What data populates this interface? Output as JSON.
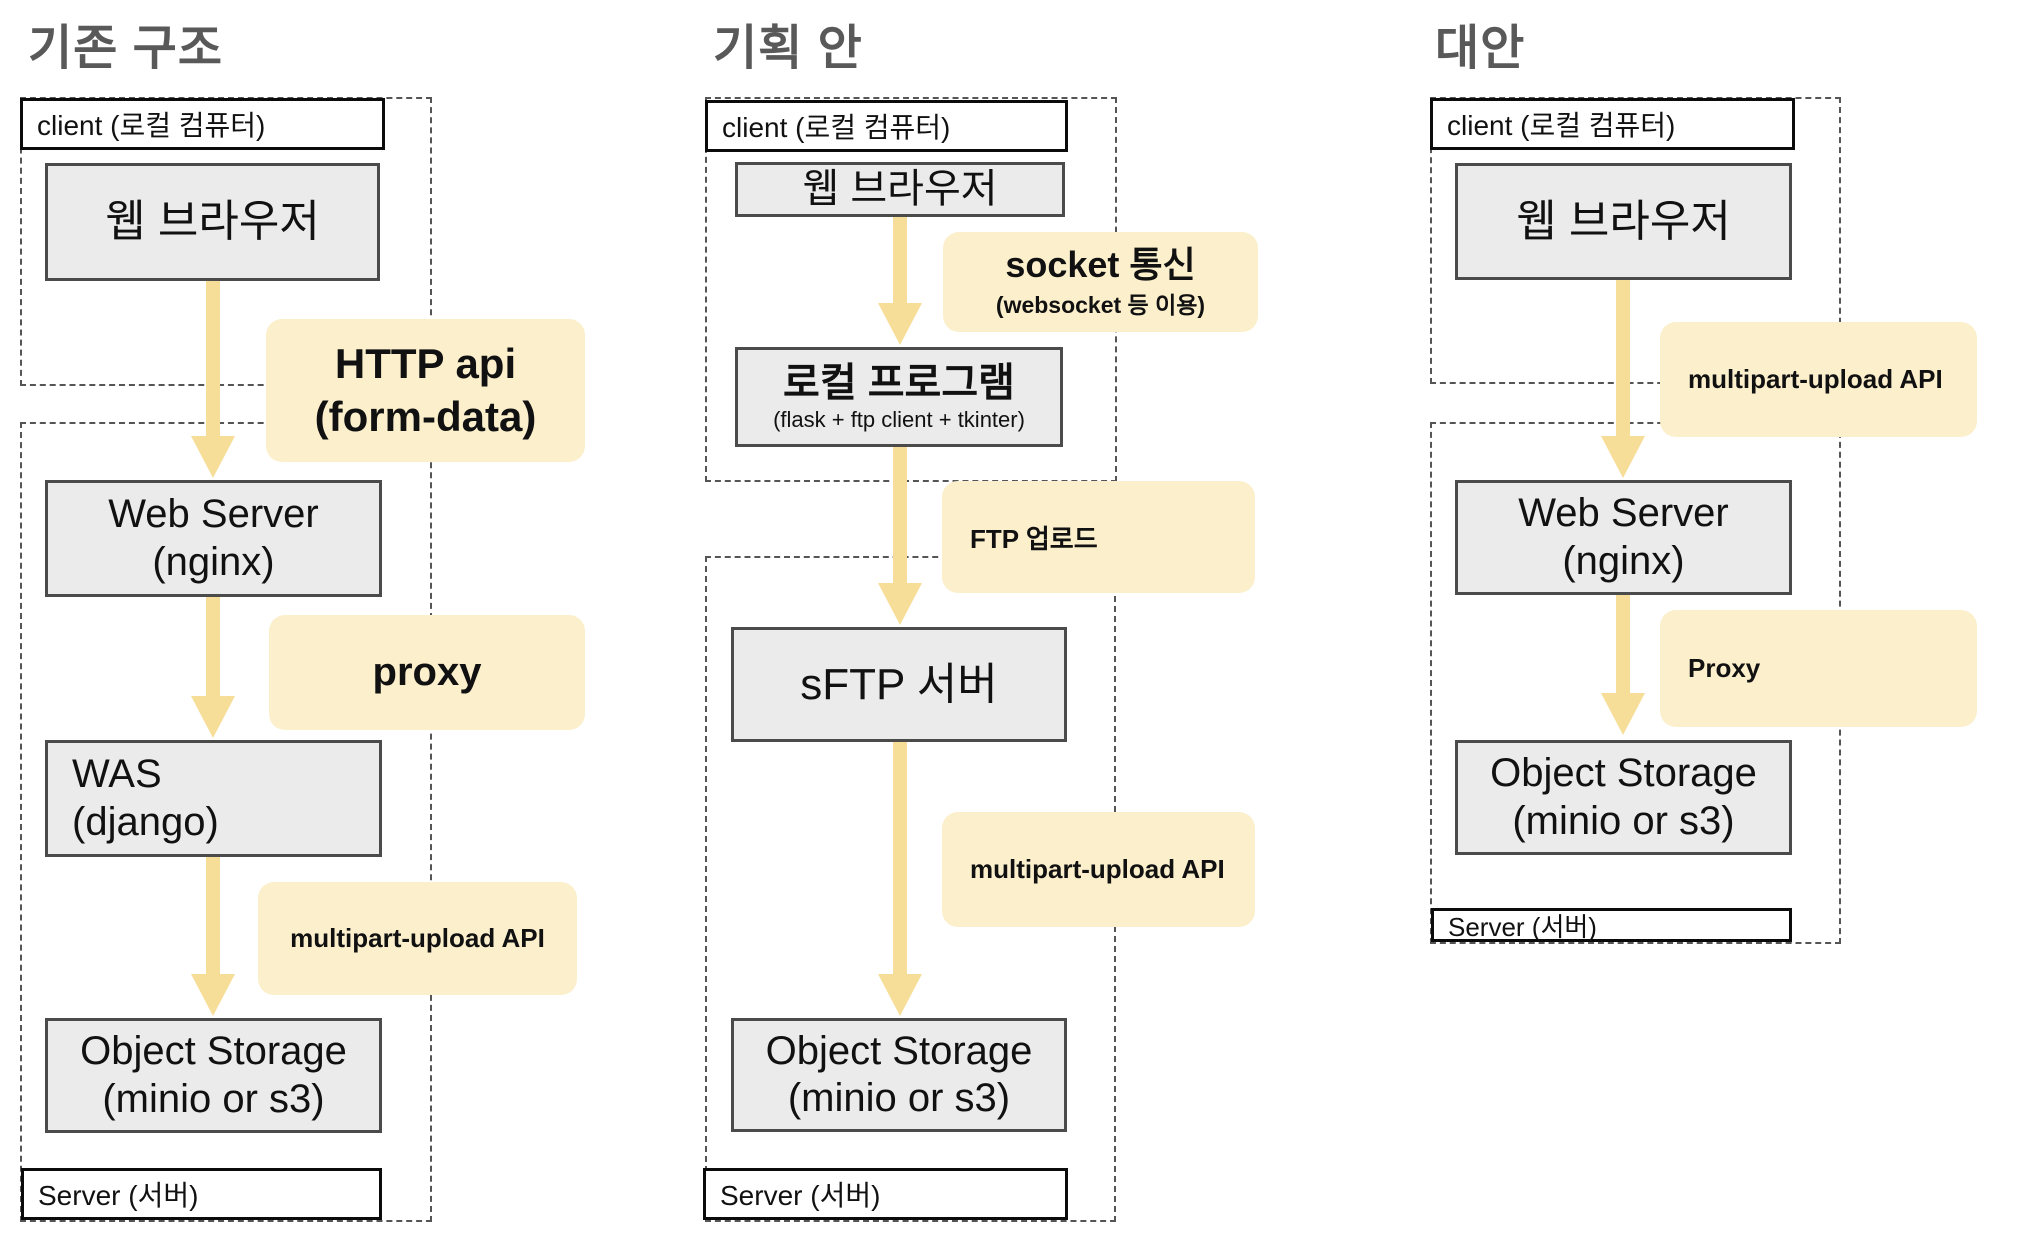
{
  "colors": {
    "title_gray": "#595959",
    "node_fill": "#ebebeb",
    "node_border": "#4b4b4b",
    "badge_yellow": "#fbefcc",
    "arrow_yellow": "#f6de99",
    "dash_gray": "#555555"
  },
  "left": {
    "title": "기존 구조",
    "client_box": "client (로컬 컴퓨터)",
    "server_box": "Server (서버)",
    "nodes": {
      "browser": "웹 브라우저",
      "web_server_1": "Web Server",
      "web_server_2": "(nginx)",
      "was_1": "WAS",
      "was_2": "(django)",
      "storage_1": "Object Storage",
      "storage_2": "(minio or s3)"
    },
    "labels": {
      "http_api_1": "HTTP api",
      "http_api_2": "(form-data)",
      "proxy": "proxy",
      "multipart": "multipart-upload API"
    }
  },
  "middle": {
    "title": "기획 안",
    "client_box": "client (로컬 컴퓨터)",
    "server_box": "Server (서버)",
    "nodes": {
      "browser": "웹 브라우저",
      "local_program_1": "로컬 프로그램",
      "local_program_2": "(flask + ftp client + tkinter)",
      "sftp": "sFTP 서버",
      "storage_1": "Object Storage",
      "storage_2": "(minio or s3)"
    },
    "labels": {
      "socket_1": "socket 통신",
      "socket_2": "(websocket 등 이용)",
      "ftp": "FTP 업로드",
      "multipart": "multipart-upload API"
    }
  },
  "right": {
    "title": "대안",
    "client_box": "client (로컬 컴퓨터)",
    "server_box": "Server (서버)",
    "nodes": {
      "browser": "웹 브라우저",
      "web_server_1": "Web Server",
      "web_server_2": "(nginx)",
      "storage_1": "Object Storage",
      "storage_2": "(minio or s3)"
    },
    "labels": {
      "multipart": "multipart-upload API",
      "proxy": "Proxy"
    }
  }
}
